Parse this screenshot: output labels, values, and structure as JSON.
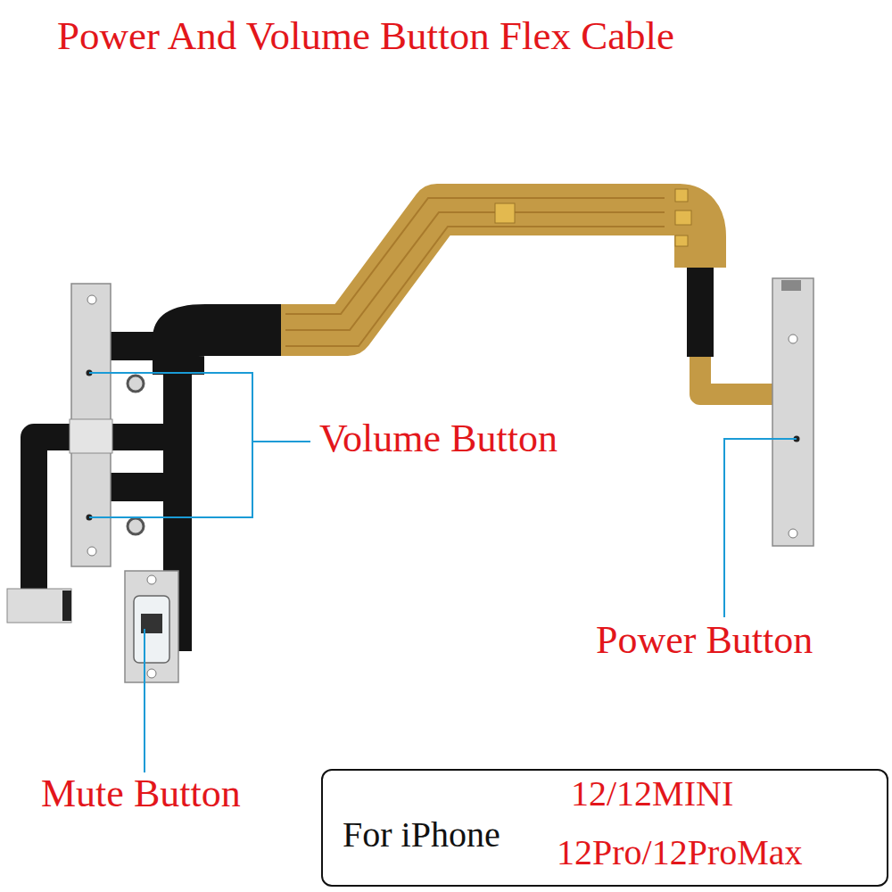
{
  "diagram": {
    "title": "Power And Volume Button Flex Cable",
    "nodes": [
      {
        "text": [
          "For iPhone",
          "12/12MINI",
          "12Pro/12ProMax"
        ]
      }
    ],
    "labels": [
      "Volume Button",
      "Power Button",
      "Mute Button"
    ]
  }
}
